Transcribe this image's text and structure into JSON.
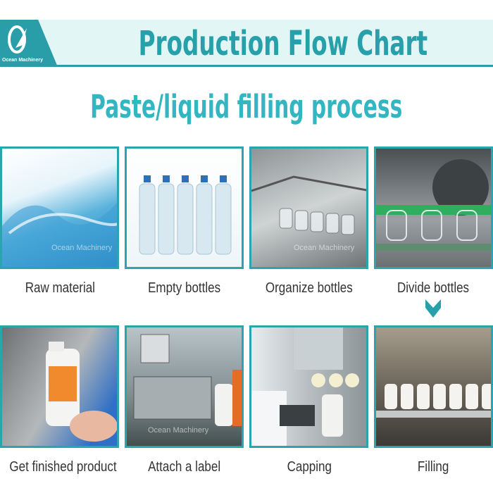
{
  "header": {
    "logo_text": "Ocean Machinery",
    "title": "Production Flow Chart"
  },
  "subtitle": "Paste/liquid filling process",
  "watermark": "Ocean Machinery",
  "steps": [
    {
      "label": "Raw material",
      "image": "water-splash"
    },
    {
      "label": "Empty bottles",
      "image": "empty-bottles"
    },
    {
      "label": "Organize bottles",
      "image": "bottle-sorter"
    },
    {
      "label": "Divide bottles",
      "image": "bottle-conveyor"
    },
    {
      "label": "Get finished product",
      "image": "finished-product"
    },
    {
      "label": "Attach a label",
      "image": "labeling-machine"
    },
    {
      "label": "Capping",
      "image": "capping-machine"
    },
    {
      "label": "Filling",
      "image": "filling-machine"
    }
  ],
  "colors": {
    "accent": "#2aa5b0",
    "band": "#e3f6f6"
  }
}
